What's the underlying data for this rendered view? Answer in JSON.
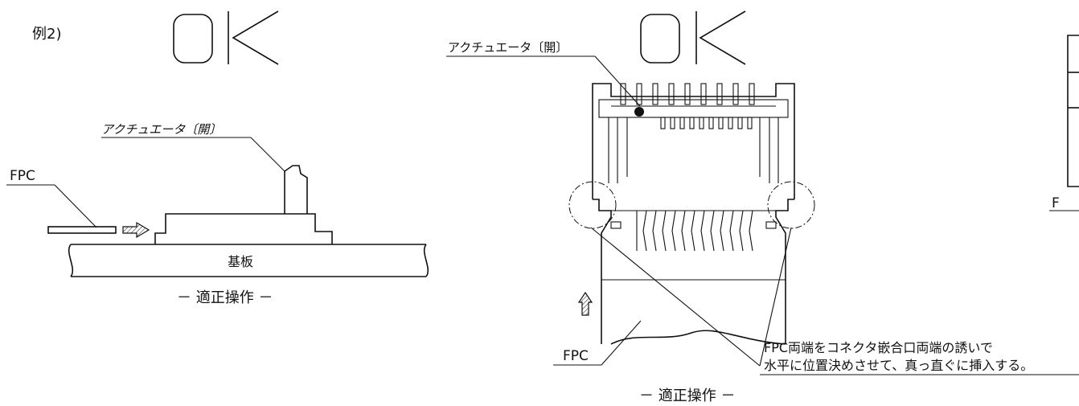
{
  "left_panel": {
    "example_label": "例2)",
    "ok_mark": "OK",
    "actuator_label": "アクチュエータ〔開〕",
    "fpc_label": "FPC",
    "board_label": "基板",
    "caption": "－ 適正操作 －"
  },
  "center_panel": {
    "ok_mark": "OK",
    "actuator_label": "アクチュエータ〔開〕",
    "fpc_label": "FPC",
    "note_line1": "FPC両端をコネクタ嵌合口両端の誘いで",
    "note_line2": "水平に位置決めさせて、真っ直ぐに挿入する。",
    "caption": "－ 適正操作 －"
  },
  "right_panel": {
    "fpc_label_partial": "F"
  }
}
